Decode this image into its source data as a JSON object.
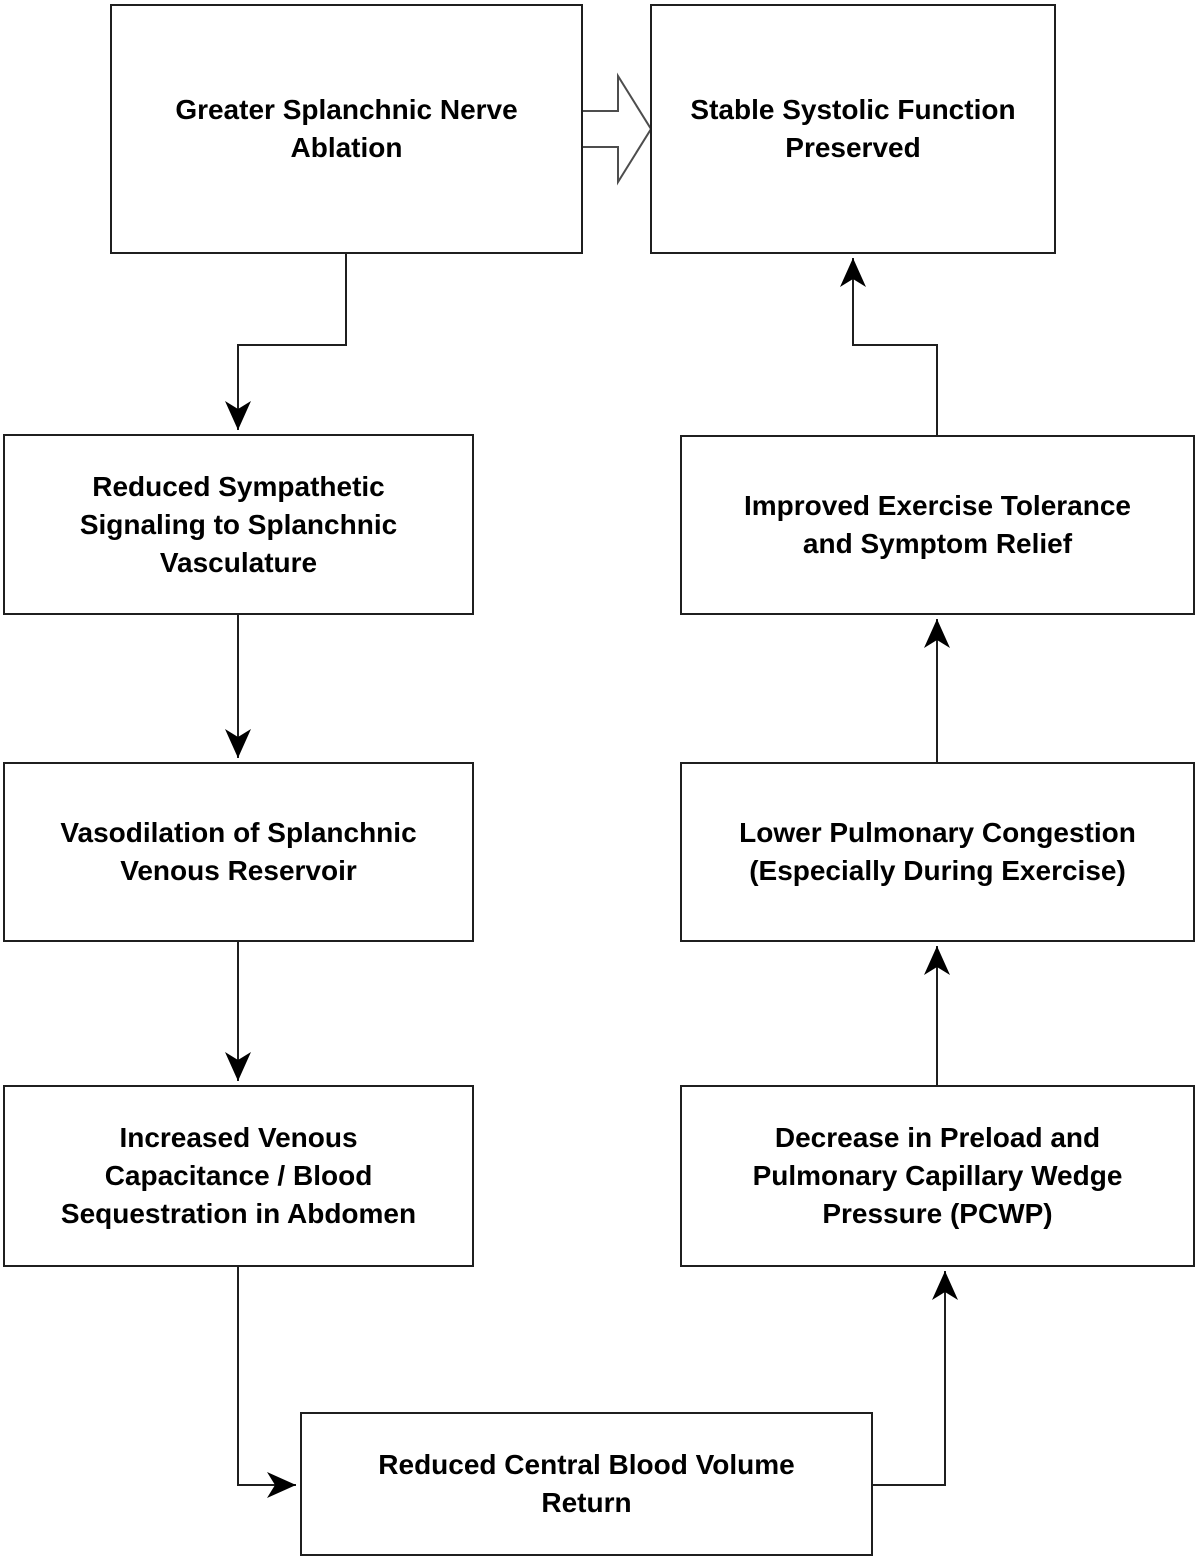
{
  "nodes": [
    {
      "id": "greater-splanchnic-nerve-ablation",
      "label": "Greater Splanchnic Nerve\nAblation"
    },
    {
      "id": "stable-systolic-function-preserved",
      "label": "Stable Systolic Function\nPreserved"
    },
    {
      "id": "reduced-sympathetic-signaling",
      "label": "Reduced Sympathetic\nSignaling to Splanchnic\nVasculature"
    },
    {
      "id": "vasodilation-splanchnic-venous-reservoir",
      "label": "Vasodilation of Splanchnic\nVenous Reservoir"
    },
    {
      "id": "increased-venous-capacitance",
      "label": "Increased Venous\nCapacitance / Blood\nSequestration in Abdomen"
    },
    {
      "id": "reduced-central-blood-volume-return",
      "label": "Reduced Central Blood Volume\nReturn"
    },
    {
      "id": "decrease-preload-pcwp",
      "label": "Decrease in Preload and\nPulmonary Capillary Wedge\nPressure (PCWP)"
    },
    {
      "id": "lower-pulmonary-congestion",
      "label": "Lower Pulmonary Congestion\n(Especially During Exercise)"
    },
    {
      "id": "improved-exercise-tolerance",
      "label": "Improved Exercise Tolerance\nand Symptom Relief"
    }
  ],
  "edges": [
    {
      "from": "greater-splanchnic-nerve-ablation",
      "to": "stable-systolic-function-preserved",
      "style": "hollow-block-arrow"
    },
    {
      "from": "greater-splanchnic-nerve-ablation",
      "to": "reduced-sympathetic-signaling",
      "style": "elbow-arrow"
    },
    {
      "from": "reduced-sympathetic-signaling",
      "to": "vasodilation-splanchnic-venous-reservoir",
      "style": "straight-arrow"
    },
    {
      "from": "vasodilation-splanchnic-venous-reservoir",
      "to": "increased-venous-capacitance",
      "style": "straight-arrow"
    },
    {
      "from": "increased-venous-capacitance",
      "to": "reduced-central-blood-volume-return",
      "style": "elbow-arrow"
    },
    {
      "from": "reduced-central-blood-volume-return",
      "to": "decrease-preload-pcwp",
      "style": "elbow-arrow"
    },
    {
      "from": "decrease-preload-pcwp",
      "to": "lower-pulmonary-congestion",
      "style": "straight-arrow"
    },
    {
      "from": "lower-pulmonary-congestion",
      "to": "improved-exercise-tolerance",
      "style": "straight-arrow"
    },
    {
      "from": "improved-exercise-tolerance",
      "to": "stable-systolic-function-preserved",
      "style": "elbow-arrow"
    }
  ],
  "colors": {
    "background": "#ffffff",
    "box_border": "#1f1f1f",
    "text": "#000000",
    "connector": "#1f1f1f",
    "arrowhead": "#000000",
    "block_arrow_outline": "#4d4d4d"
  }
}
